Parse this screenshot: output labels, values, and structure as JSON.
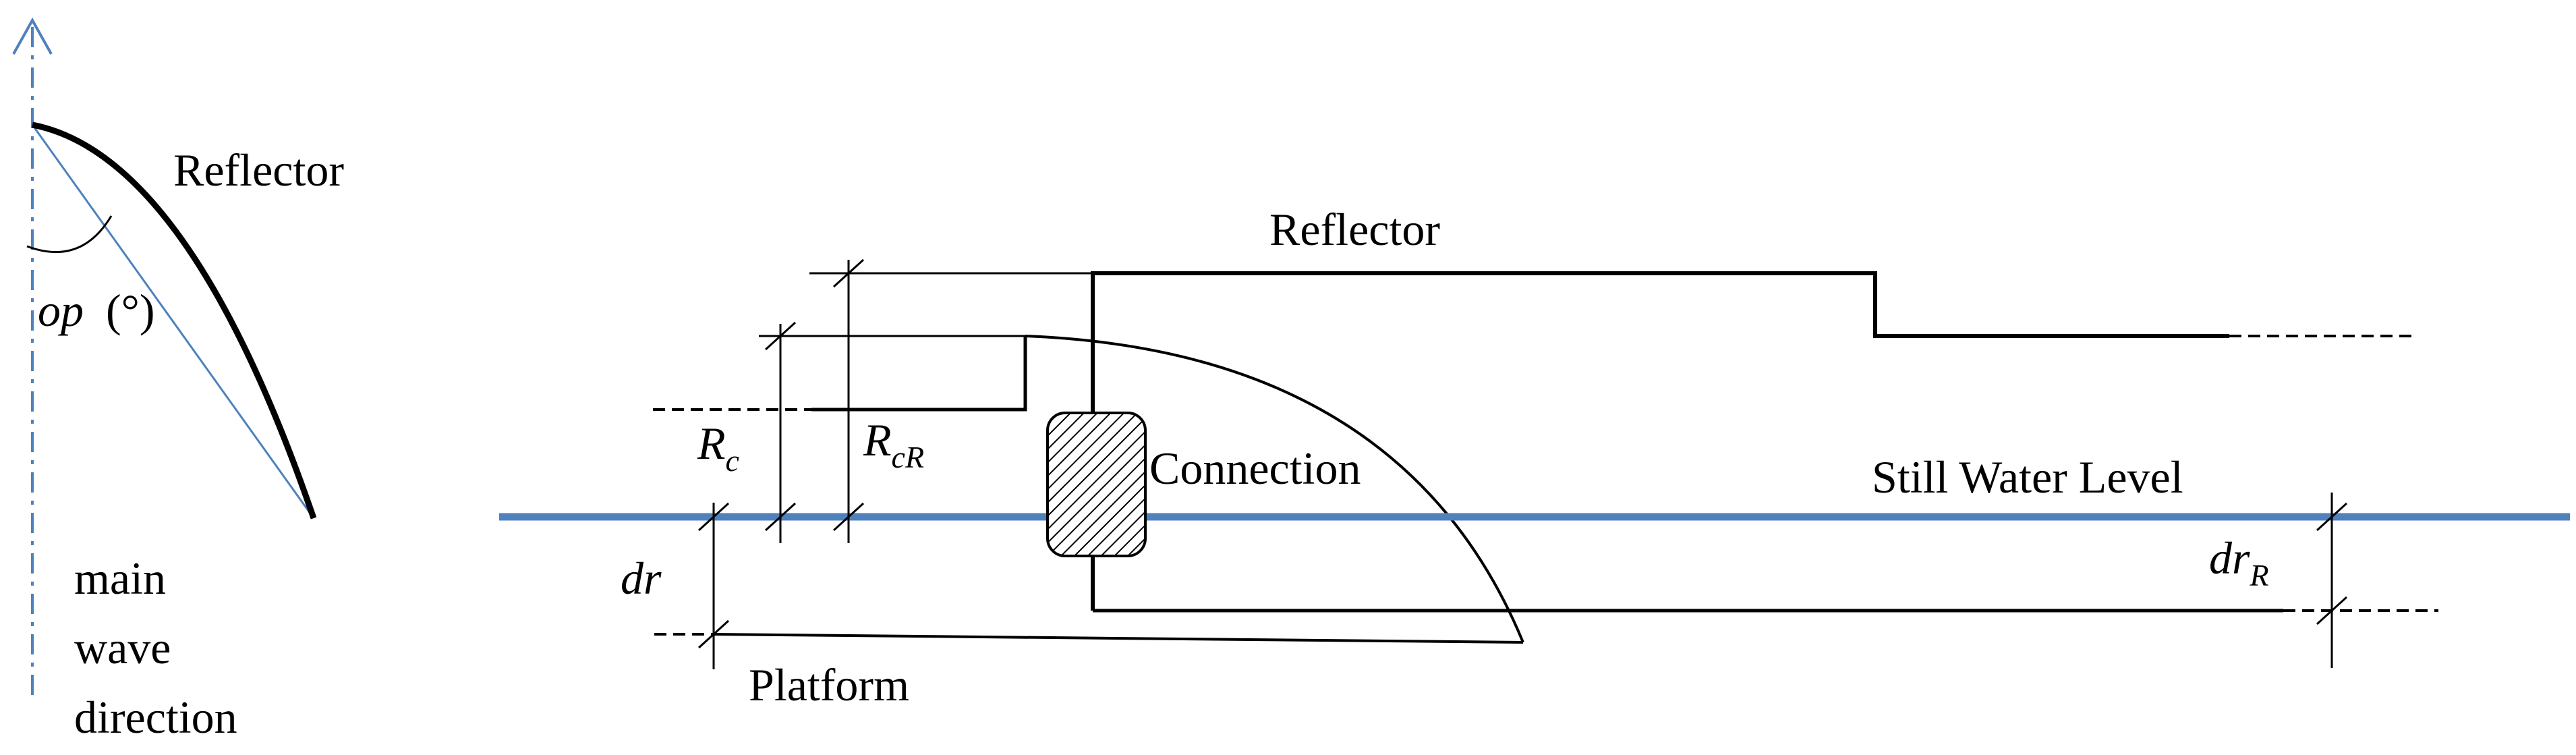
{
  "left_panel": {
    "reflector_label": "Reflector",
    "angle_symbol": "op",
    "angle_unit": "(°)",
    "direction_label_lines": [
      "main",
      "wave",
      "direction"
    ]
  },
  "right_panel": {
    "reflector_label": "Reflector",
    "connection_label": "Connection",
    "still_water_label": "Still Water Level",
    "platform_label": "Platform",
    "rc_symbol": "R",
    "rc_sub": "c",
    "rcr_symbol": "R",
    "rcr_sub": "cR",
    "dr_label": "dr",
    "drr_symbol": "dr",
    "drr_sub": "R"
  },
  "colors": {
    "line": "#000000",
    "water": "#4f81bd",
    "axis": "#4f81bd"
  }
}
